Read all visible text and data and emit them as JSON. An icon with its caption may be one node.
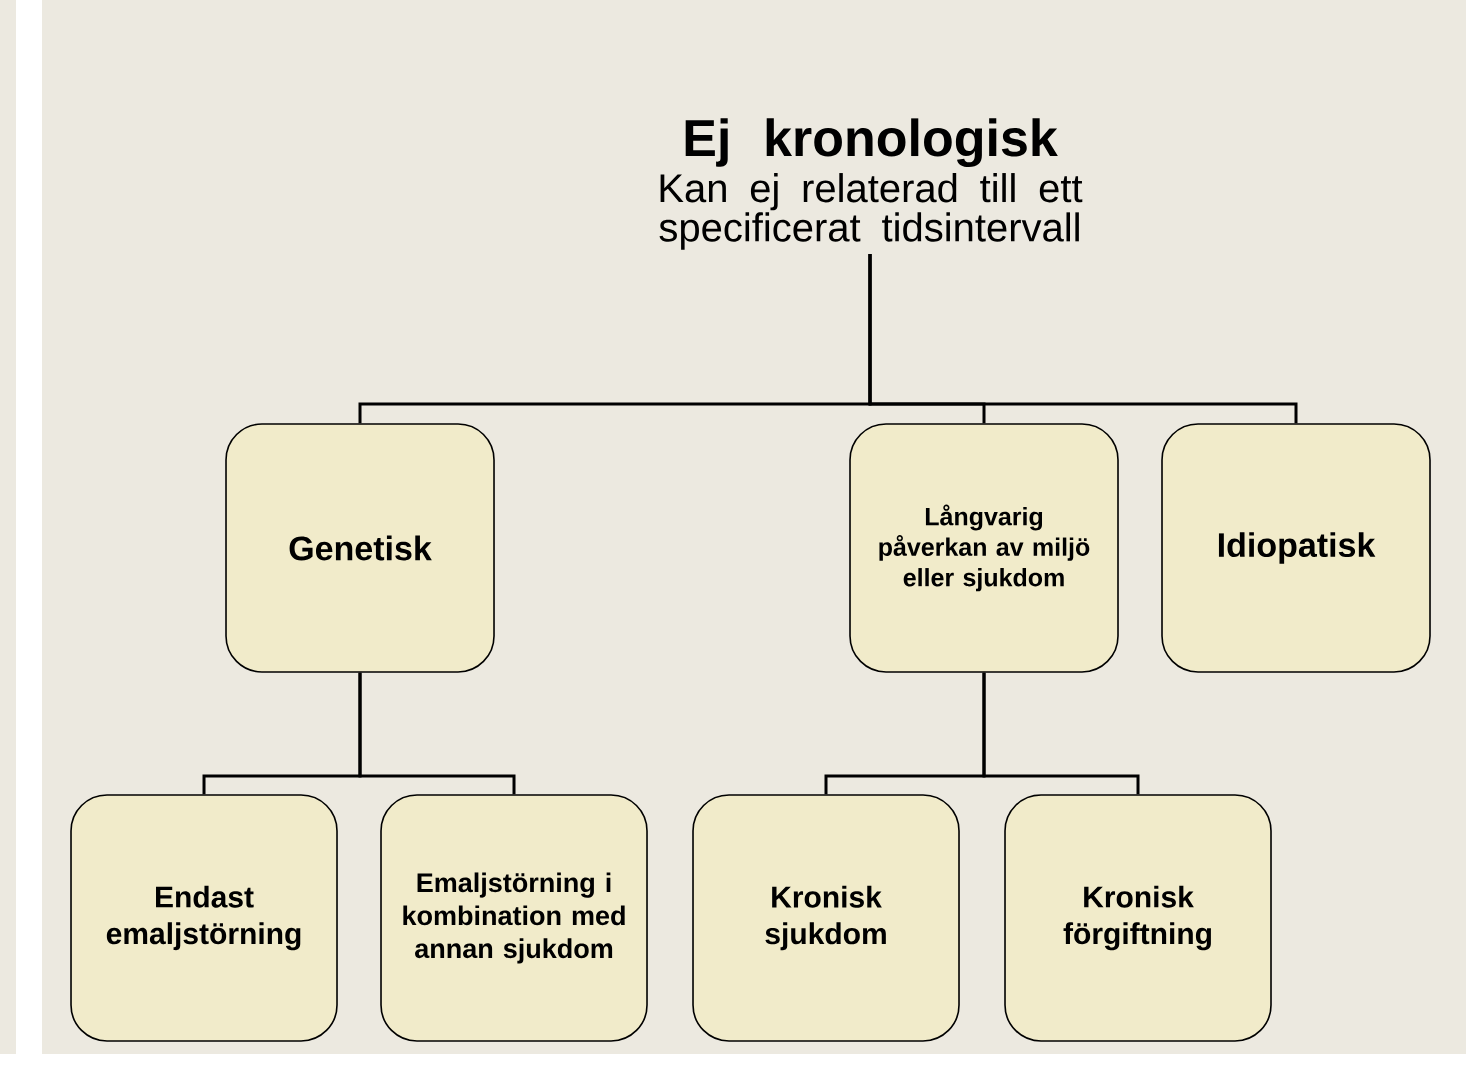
{
  "diagram": {
    "nodes": [
      {
        "text": [
          "Ej kronologisk",
          "Kan ej relaterad till ett specificerat tidsintervall"
        ]
      },
      {
        "text": [
          "Genetisk"
        ]
      },
      {
        "text": [
          "Långvarig påverkan av miljö eller sjukdom"
        ]
      },
      {
        "text": [
          "Idiopatisk"
        ]
      },
      {
        "text": [
          "Endast emaljstörning"
        ]
      },
      {
        "text": [
          "Emaljstörning i kombination med annan sjukdom"
        ]
      },
      {
        "text": [
          "Kronisk sjukdom"
        ]
      },
      {
        "text": [
          "Kronisk förgiftning"
        ]
      }
    ],
    "edges": [
      {
        "from": 0,
        "to": 1,
        "arrow": "none"
      },
      {
        "from": 0,
        "to": 2,
        "arrow": "none"
      },
      {
        "from": 0,
        "to": 3,
        "arrow": "none"
      },
      {
        "from": 1,
        "to": 4,
        "arrow": "none"
      },
      {
        "from": 1,
        "to": 5,
        "arrow": "none"
      },
      {
        "from": 2,
        "to": 6,
        "arrow": "none"
      },
      {
        "from": 2,
        "to": 7,
        "arrow": "none"
      }
    ]
  }
}
